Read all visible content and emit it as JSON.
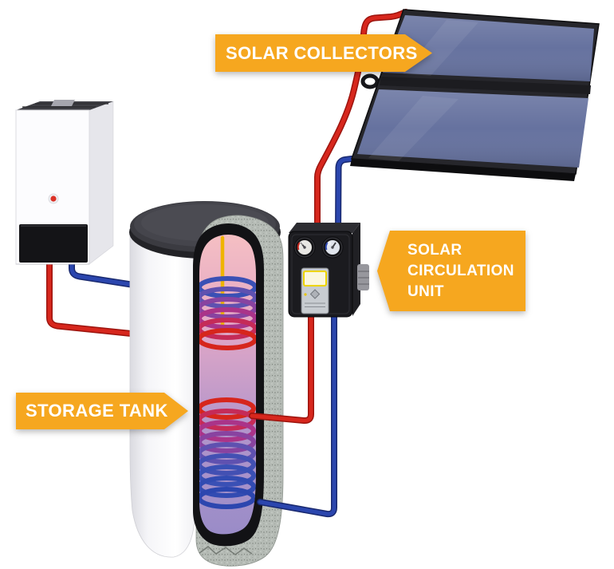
{
  "labels": {
    "solar_collectors": "SOLAR COLLECTORS",
    "solar_circulation_unit": "SOLAR\nCIRCULATION\nUNIT",
    "storage_tank": "STORAGE TANK"
  },
  "colors": {
    "label_bg": "#F6A71F",
    "label_text": "#FFFFFF",
    "hot_pipe": "#D7271D",
    "hot_pipe_edge": "#9C140E",
    "cold_pipe": "#2B46AE",
    "cold_pipe_edge": "#19296F",
    "collector_glass": "#66729F",
    "background": "#FFFFFF"
  }
}
